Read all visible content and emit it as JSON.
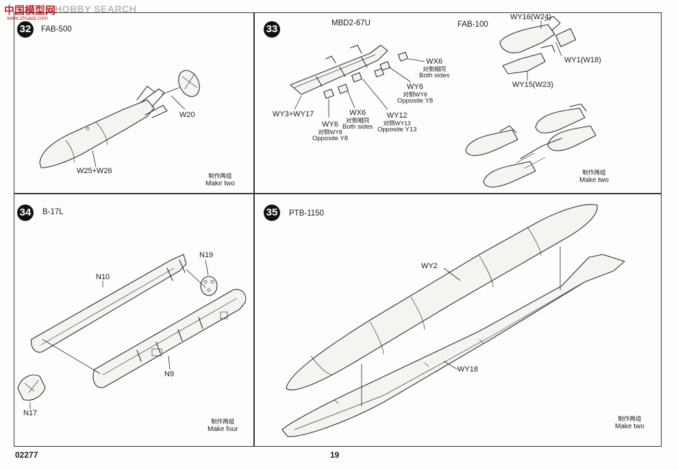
{
  "watermark": {
    "text": "HOBBY SEARCH",
    "site": "中国模型网",
    "url": "www.zhuaqi.com"
  },
  "footer": {
    "code": "02277",
    "page": "19"
  },
  "steps": [
    {
      "number": "32",
      "title": "FAB-500",
      "parts": [
        "W20",
        "W25+W26"
      ],
      "note_cn": "制作两组",
      "note_en": "Make two"
    },
    {
      "number": "33",
      "title_left": "MBD2-67U",
      "title_right": "FAB-100",
      "parts": {
        "wx6_a": {
          "main": "WX6",
          "cn": "对侧相同",
          "en": "Both sides"
        },
        "wy6_a": {
          "main": "WY6",
          "cn": "对侧WY8",
          "en": "Opposite Y8"
        },
        "wy3": "WY3+WY17",
        "wx6_b": {
          "main": "WX6",
          "cn": "对侧相同",
          "en": "Both sides"
        },
        "wy6_b": {
          "main": "WY6",
          "cn": "对侧WY8",
          "en": "Opposite Y8"
        },
        "wy12": {
          "main": "WY12",
          "cn": "对侧WY13",
          "en": "Opposite Y13"
        },
        "wy16": "WY16(W24)",
        "wy1": "WY1(W18)",
        "wy15": "WY15(W23)"
      },
      "note_cn": "制作两组",
      "note_en": "Make two"
    },
    {
      "number": "34",
      "title": "B-17L",
      "parts": [
        "N10",
        "N19",
        "N9",
        "N17"
      ],
      "note_cn": "制作两组",
      "note_en": "Make four"
    },
    {
      "number": "35",
      "title": "PTB-1150",
      "parts": [
        "WY2",
        "WY18"
      ],
      "note_cn": "制作两组",
      "note_en": "Make two"
    }
  ]
}
